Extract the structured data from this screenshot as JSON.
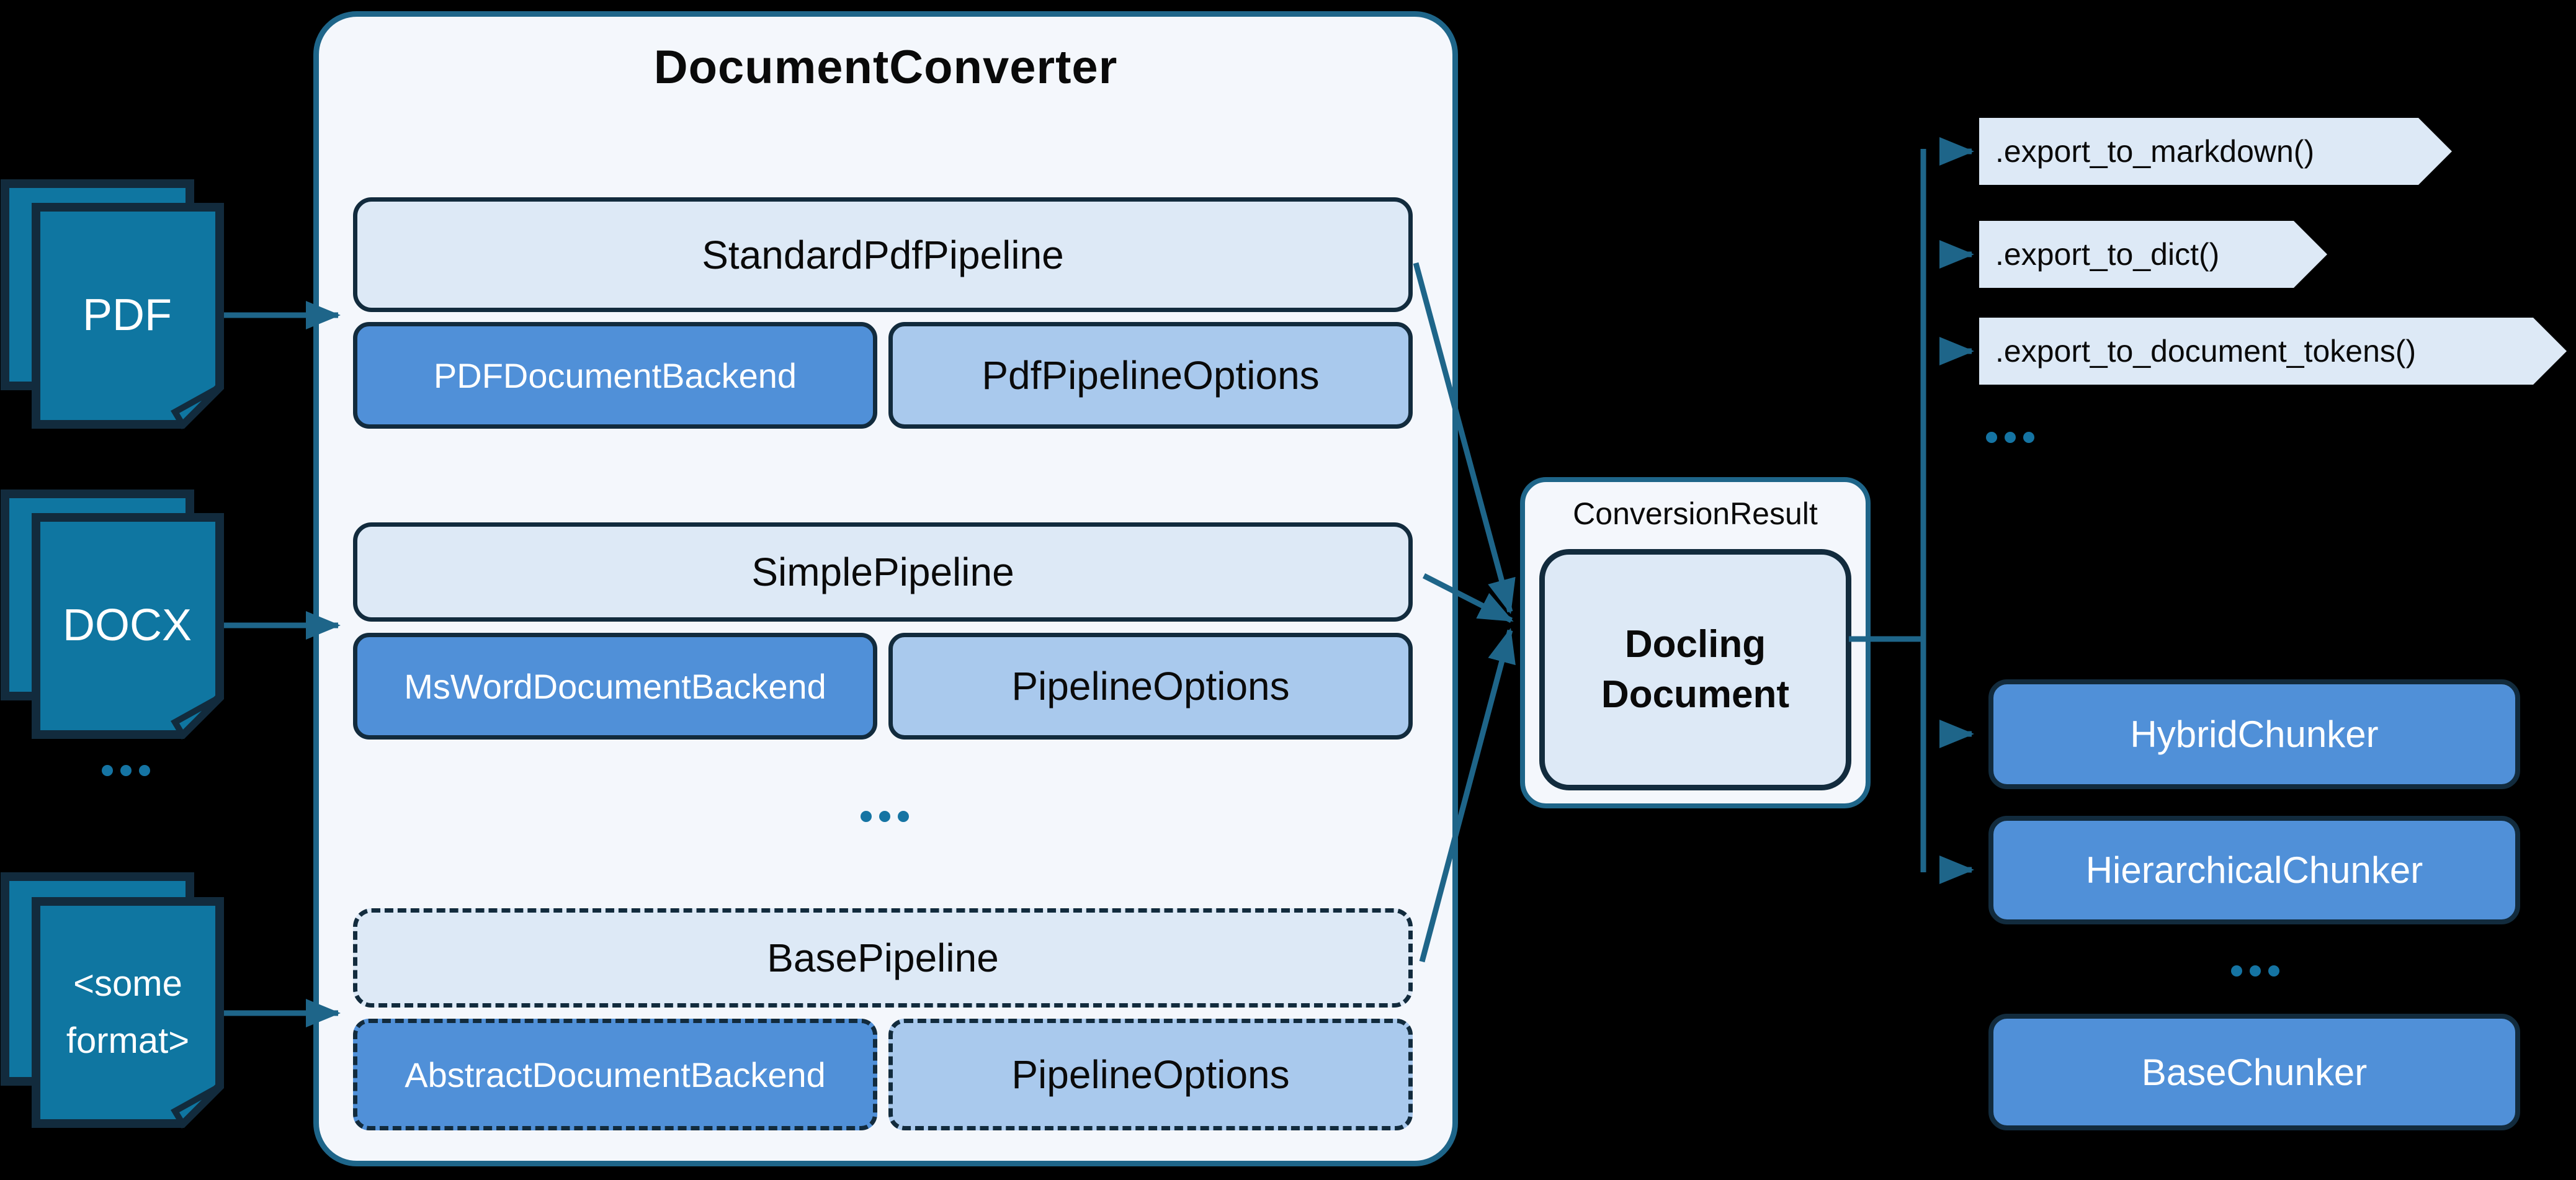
{
  "converter": {
    "title": "DocumentConverter",
    "groups": [
      {
        "pipeline": "StandardPdfPipeline",
        "backend": "PDFDocumentBackend",
        "options": "PdfPipelineOptions"
      },
      {
        "pipeline": "SimplePipeline",
        "backend": "MsWordDocumentBackend",
        "options": "PipelineOptions"
      },
      {
        "pipeline": "BasePipeline",
        "backend": "AbstractDocumentBackend",
        "options": "PipelineOptions"
      }
    ],
    "ellipsis": "..."
  },
  "inputs": {
    "items": [
      {
        "label": "PDF"
      },
      {
        "label": "DOCX"
      },
      {
        "label": "<some format>"
      }
    ],
    "ellipsis": "..."
  },
  "result": {
    "label": "ConversionResult",
    "document": "Docling Document"
  },
  "exports": {
    "methods": [
      ".export_to_markdown()",
      ".export_to_dict()",
      ".export_to_document_tokens()"
    ],
    "ellipsis": "..."
  },
  "chunkers": {
    "items": [
      "HybridChunker",
      "HierarchicalChunker"
    ],
    "ellipsis": "...",
    "base": "BaseChunker"
  },
  "colors": {
    "background": "#000000",
    "teal_accent": "#1e6589",
    "dark_navy_border": "#122b3d",
    "icon_fill": "#0f76a1",
    "light_panel": "#f4f7fc",
    "light_blue": "#dde9f6",
    "medium_blue": "#5090d8",
    "pale_blue": "#a9c9ed",
    "dot_teal": "#1574a3"
  }
}
